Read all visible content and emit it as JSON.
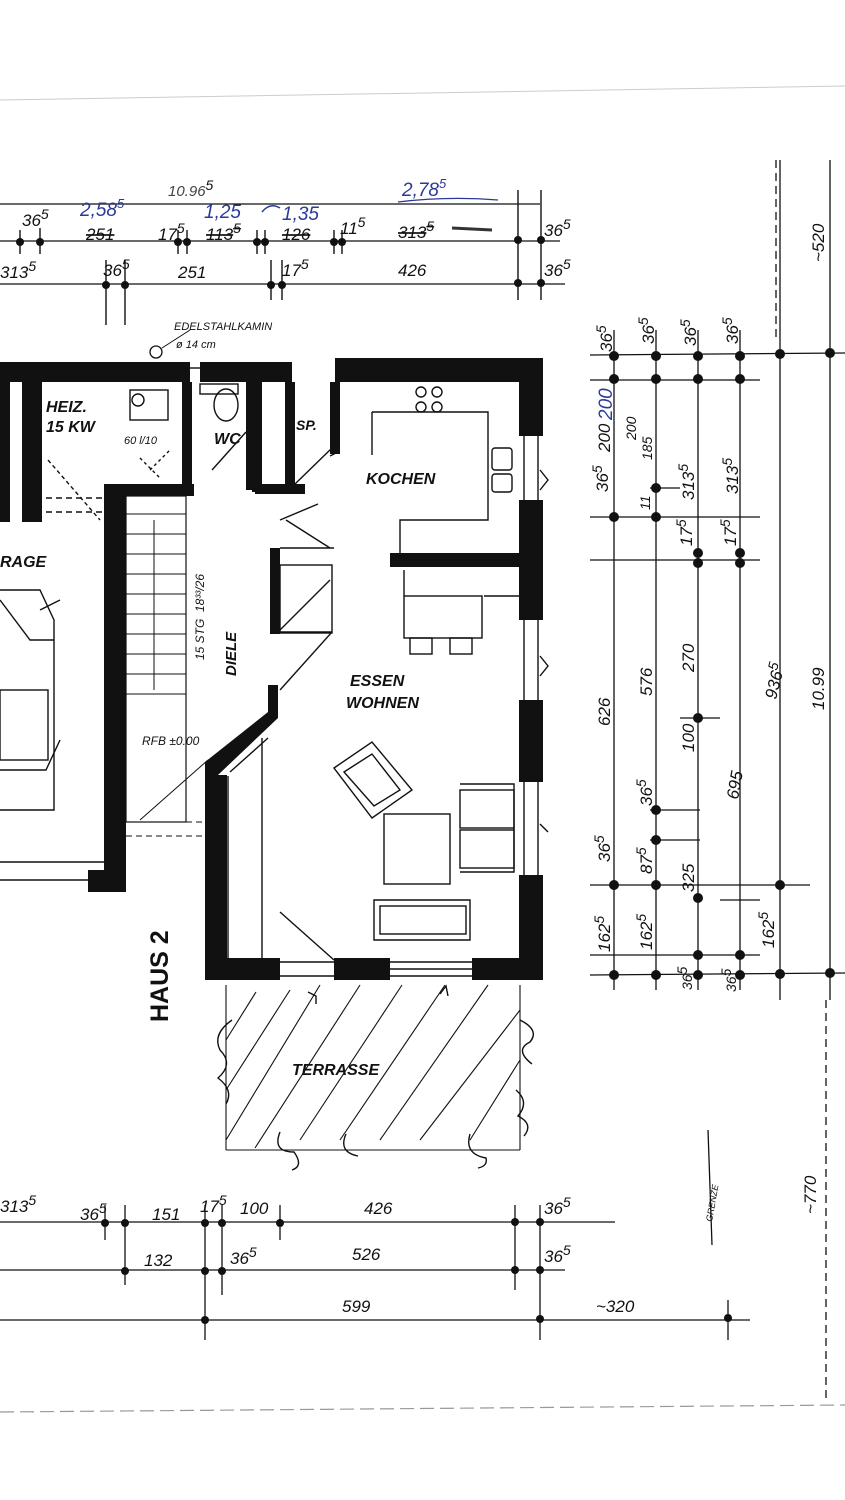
{
  "annotations_blue": {
    "top_a": "2,58",
    "top_a_sup": "5",
    "top_b": "1,25",
    "top_c": "1,35",
    "top_d": "2,78",
    "top_d_sup": "5",
    "right_a": "200"
  },
  "top_label": {
    "value": "10.96",
    "sup": "5"
  },
  "rooms": {
    "heiz_line1": "HEIZ.",
    "heiz_line2": "15 KW",
    "wc": "WC",
    "sp": "SP.",
    "kochen": "KOCHEN",
    "garage": "RAGE",
    "diele": "DIELE",
    "essen_line1": "ESSEN",
    "essen_line2": "WOHNEN",
    "terrasse": "TERRASSE"
  },
  "notes": {
    "kamin_line1": "EDELSTAHLKAMIN",
    "kamin_line2": "ø 14 cm",
    "boiler": "60 l/10",
    "stairs_label": "15 STG",
    "stairs_ratio": "18³³/26",
    "rfb": "RFB ±0.00",
    "haus": "HAUS 2",
    "grenze": "GRENZE"
  },
  "dims_top_row1": [
    {
      "v": "36",
      "s": "5"
    },
    {
      "v": "251",
      "s": ""
    },
    {
      "v": "17",
      "s": "5"
    },
    {
      "v": "113",
      "s": "5"
    },
    {
      "v": "126",
      "s": ""
    },
    {
      "v": "11",
      "s": "5"
    },
    {
      "v": "313",
      "s": "5"
    },
    {
      "v": "36",
      "s": "5"
    }
  ],
  "dims_top_row2": [
    {
      "v": "313",
      "s": "5"
    },
    {
      "v": "36",
      "s": "5"
    },
    {
      "v": "251",
      "s": ""
    },
    {
      "v": "17",
      "s": "5"
    },
    {
      "v": "426",
      "s": ""
    },
    {
      "v": "36",
      "s": "5"
    }
  ],
  "dims_right": {
    "r1_a": "36",
    "r1_a_s": "5",
    "r1_b": "36",
    "r1_b_s": "5",
    "r1_c": "36",
    "r1_c_s": "5",
    "r1_d": "36",
    "r1_d_s": "5",
    "c200": "200",
    "c200b": "200",
    "c185": "185",
    "c11": "11",
    "c313a": "313",
    "c313a_s": "5",
    "c313b": "313",
    "c313b_s": "5",
    "c17a": "17",
    "c17a_s": "5",
    "c17b": "17",
    "c17b_s": "5",
    "c36": "36",
    "c36_s": "5",
    "c626": "626",
    "c576": "576",
    "c270": "270",
    "c936": "936",
    "c936_s": "5",
    "c1099": "10.99",
    "c100": "100",
    "c695": "695",
    "c365b": "36",
    "c365b_s": "5",
    "c365c": "36",
    "c365c_s": "5",
    "c875": "87",
    "c875_s": "5",
    "c325": "325",
    "c1625a": "162",
    "c1625a_s": "5",
    "c1625b": "162",
    "c1625b_s": "5",
    "c1625c": "162",
    "c1625c_s": "5",
    "c365d": "36",
    "c365d_s": "5",
    "c365e": "36",
    "c365e_s": "5",
    "c520": "~520",
    "c770": "~770"
  },
  "dims_bottom_row1": [
    {
      "v": "313",
      "s": "5"
    },
    {
      "v": "36",
      "s": "5"
    },
    {
      "v": "151",
      "s": ""
    },
    {
      "v": "17",
      "s": "5"
    },
    {
      "v": "100",
      "s": ""
    },
    {
      "v": "426",
      "s": ""
    },
    {
      "v": "36",
      "s": "5"
    }
  ],
  "dims_bottom_row2": [
    {
      "v": "132",
      "s": ""
    },
    {
      "v": "36",
      "s": "5"
    },
    {
      "v": "526",
      "s": ""
    },
    {
      "v": "36",
      "s": "5"
    }
  ],
  "dims_bottom_row3": [
    {
      "v": "599",
      "s": ""
    },
    {
      "v": "~320",
      "s": ""
    }
  ]
}
